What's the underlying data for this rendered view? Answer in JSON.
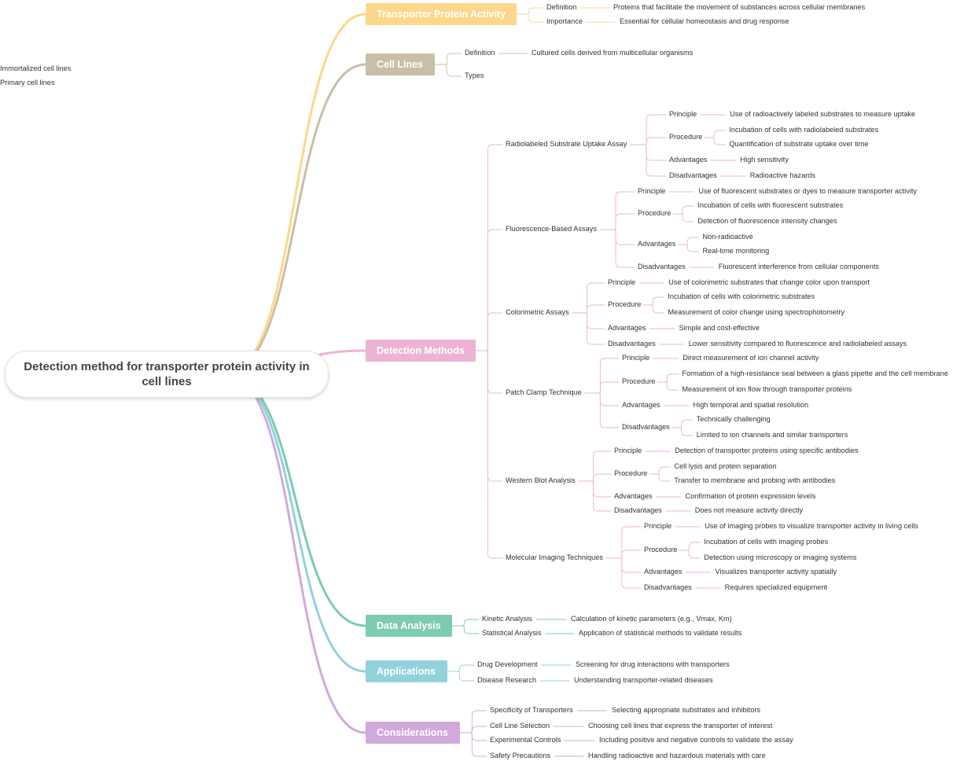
{
  "root": {
    "title": "Detection method for transporter protein activity in cell lines"
  },
  "branches": [
    {
      "name": "Transporter Protein Activity",
      "color": "#fdd78a",
      "children": [
        {
          "label": "Definition",
          "children": [
            {
              "label": "Proteins that facilitate the movement of substances across cellular membranes"
            }
          ]
        },
        {
          "label": "Importance",
          "children": [
            {
              "label": "Essential for cellular homeostasis and drug response"
            }
          ]
        }
      ]
    },
    {
      "name": "Cell Lines",
      "color": "#c9bfa6",
      "children": [
        {
          "label": "Definition",
          "children": [
            {
              "label": "Cultured cells derived from multicellular organisms"
            }
          ]
        },
        {
          "label": "Types",
          "children": [
            {
              "label": "Immortalized cell lines"
            },
            {
              "label": "Primary cell lines"
            }
          ]
        }
      ]
    },
    {
      "name": "Detection Methods",
      "color": "#edb3d4",
      "children": [
        {
          "label": "Radiolabeled Substrate Uptake Assay",
          "children": [
            {
              "label": "Principle",
              "children": [
                {
                  "label": "Use of radioactively labeled substrates to measure uptake"
                }
              ]
            },
            {
              "label": "Procedure",
              "children": [
                {
                  "label": "Incubation of cells with radiolabeled substrates"
                },
                {
                  "label": "Quantification of substrate uptake over time"
                }
              ]
            },
            {
              "label": "Advantages",
              "children": [
                {
                  "label": "High sensitivity"
                }
              ]
            },
            {
              "label": "Disadvantages",
              "children": [
                {
                  "label": "Radioactive hazards"
                }
              ]
            }
          ]
        },
        {
          "label": "Fluorescence-Based Assays",
          "children": [
            {
              "label": "Principle",
              "children": [
                {
                  "label": "Use of fluorescent substrates or dyes to measure transporter activity"
                }
              ]
            },
            {
              "label": "Procedure",
              "children": [
                {
                  "label": "Incubation of cells with fluorescent substrates"
                },
                {
                  "label": "Detection of fluorescence intensity changes"
                }
              ]
            },
            {
              "label": "Advantages",
              "children": [
                {
                  "label": "Non-radioactive"
                },
                {
                  "label": "Real-time monitoring"
                }
              ]
            },
            {
              "label": "Disadvantages",
              "children": [
                {
                  "label": "Fluorescent interference from cellular components"
                }
              ]
            }
          ]
        },
        {
          "label": "Colorimetric Assays",
          "children": [
            {
              "label": "Principle",
              "children": [
                {
                  "label": "Use of colorimetric substrates that change color upon transport"
                }
              ]
            },
            {
              "label": "Procedure",
              "children": [
                {
                  "label": "Incubation of cells with colorimetric substrates"
                },
                {
                  "label": "Measurement of color change using spectrophotometry"
                }
              ]
            },
            {
              "label": "Advantages",
              "children": [
                {
                  "label": "Simple and cost-effective"
                }
              ]
            },
            {
              "label": "Disadvantages",
              "children": [
                {
                  "label": "Lower sensitivity compared to fluorescence and radiolabeled assays"
                }
              ]
            }
          ]
        },
        {
          "label": "Patch Clamp Technique",
          "children": [
            {
              "label": "Principle",
              "children": [
                {
                  "label": "Direct measurement of ion channel activity"
                }
              ]
            },
            {
              "label": "Procedure",
              "children": [
                {
                  "label": "Formation of a high-resistance seal between a glass pipette and the cell membrane"
                },
                {
                  "label": "Measurement of ion flow through transporter proteins"
                }
              ]
            },
            {
              "label": "Advantages",
              "children": [
                {
                  "label": "High temporal and spatial resolution"
                }
              ]
            },
            {
              "label": "Disadvantages",
              "children": [
                {
                  "label": "Technically challenging"
                },
                {
                  "label": "Limited to ion channels and similar transporters"
                }
              ]
            }
          ]
        },
        {
          "label": "Western Blot Analysis",
          "children": [
            {
              "label": "Principle",
              "children": [
                {
                  "label": "Detection of transporter proteins using specific antibodies"
                }
              ]
            },
            {
              "label": "Procedure",
              "children": [
                {
                  "label": "Cell lysis and protein separation"
                },
                {
                  "label": "Transfer to membrane and probing with antibodies"
                }
              ]
            },
            {
              "label": "Advantages",
              "children": [
                {
                  "label": "Confirmation of protein expression levels"
                }
              ]
            },
            {
              "label": "Disadvantages",
              "children": [
                {
                  "label": "Does not measure activity directly"
                }
              ]
            }
          ]
        },
        {
          "label": "Molecular Imaging Techniques",
          "children": [
            {
              "label": "Principle",
              "children": [
                {
                  "label": "Use of imaging probes to visualize transporter activity in living cells"
                }
              ]
            },
            {
              "label": "Procedure",
              "children": [
                {
                  "label": "Incubation of cells with imaging probes"
                },
                {
                  "label": "Detection using microscopy or imaging systems"
                }
              ]
            },
            {
              "label": "Advantages",
              "children": [
                {
                  "label": "Visualizes transporter activity spatially"
                }
              ]
            },
            {
              "label": "Disadvantages",
              "children": [
                {
                  "label": "Requires specialized equipment"
                }
              ]
            }
          ]
        }
      ]
    },
    {
      "name": "Data Analysis",
      "color": "#7dcbb0",
      "children": [
        {
          "label": "Kinetic Analysis",
          "children": [
            {
              "label": "Calculation of kinetic parameters (e.g., Vmax, Km)"
            }
          ]
        },
        {
          "label": "Statistical Analysis",
          "children": [
            {
              "label": "Application of statistical methods to validate results"
            }
          ]
        }
      ]
    },
    {
      "name": "Applications",
      "color": "#93d1dd",
      "children": [
        {
          "label": "Drug Development",
          "children": [
            {
              "label": "Screening for drug interactions with transporters"
            }
          ]
        },
        {
          "label": "Disease Research",
          "children": [
            {
              "label": "Understanding transporter-related diseases"
            }
          ]
        }
      ]
    },
    {
      "name": "Considerations",
      "color": "#d2a9db",
      "children": [
        {
          "label": "Specificity of Transporters",
          "children": [
            {
              "label": "Selecting appropriate substrates and inhibitors"
            }
          ]
        },
        {
          "label": "Cell Line Selection",
          "children": [
            {
              "label": "Choosing cell lines that express the transporter of interest"
            }
          ]
        },
        {
          "label": "Experimental Controls",
          "children": [
            {
              "label": "Including positive and negative controls to validate the assay"
            }
          ]
        },
        {
          "label": "Safety Precautions",
          "children": [
            {
              "label": "Handling radioactive and hazardous materials with care"
            }
          ]
        }
      ]
    }
  ]
}
